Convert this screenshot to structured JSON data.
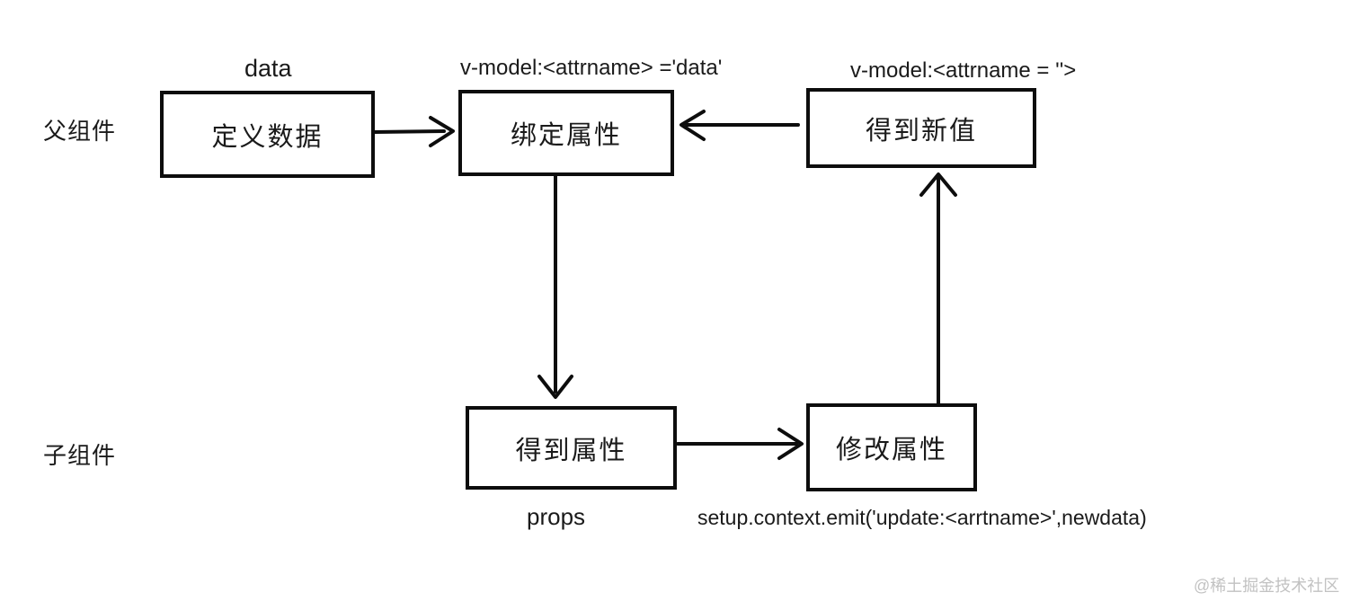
{
  "diagram": {
    "row_labels": {
      "parent": "父组件",
      "child": "子组件"
    },
    "boxes": {
      "define_data": "定义数据",
      "bind_attr": "绑定属性",
      "get_new_value": "得到新值",
      "get_attr": "得到属性",
      "modify_attr": "修改属性"
    },
    "annotations": {
      "data_label": "data",
      "vmodel_bind": "v-model:<attrname> ='data'",
      "vmodel_new": "v-model:<attrname = ''>",
      "props_label": "props",
      "emit_label": "setup.context.emit('update:<arrtname>',newdata)"
    },
    "watermark": "@稀土掘金技术社区",
    "colors": {
      "line": "#0d0d0d",
      "text": "#1a1a1a",
      "background": "#ffffff",
      "watermark": "#c2c2c2"
    }
  }
}
